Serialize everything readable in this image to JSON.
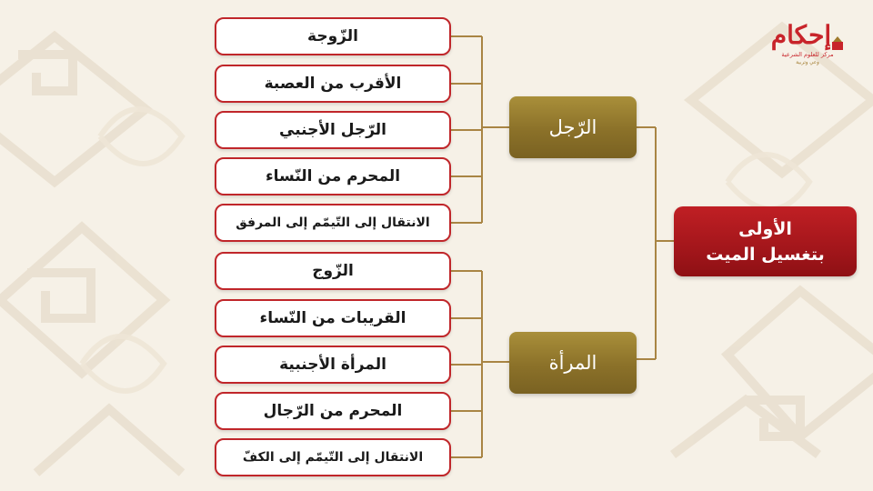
{
  "root": {
    "line1": "الأولى",
    "line2": "بتغسيل الميت"
  },
  "groups": [
    {
      "label": "الرّجل",
      "items": [
        "الزّوجة",
        "الأقرب من العصبة",
        "الرّجل الأجنبي",
        "المحرم من النّساء",
        "الانتقال إلى التّيمّم إلى المرفق"
      ]
    },
    {
      "label": "المرأة",
      "items": [
        "الزّوج",
        "القريبات من النّساء",
        "المرأة الأجنبية",
        "المحرم من الرّجال",
        "الانتقال إلى التّيمّم إلى الكفّ"
      ]
    }
  ],
  "logo": {
    "name": "إحكام",
    "tagline": "مركز للعلوم الشرعية",
    "subtagline": "وعي وتربية"
  },
  "colors": {
    "root": "#a3161b",
    "category": "#8b7129",
    "leaf_border": "#c0262a",
    "connector": "#a98544",
    "background": "#f6f1e7"
  }
}
